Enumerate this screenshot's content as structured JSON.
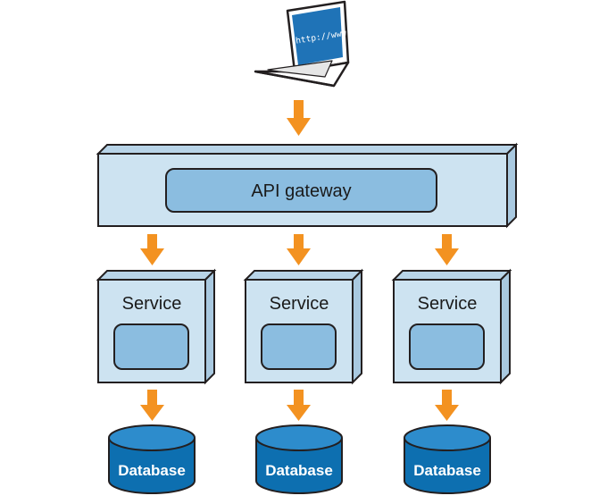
{
  "colors": {
    "panel_fill": "#cde3f1",
    "panel_side": "#b8d4e8",
    "inner_fill": "#8bbde0",
    "arrow": "#f39221",
    "stroke": "#231f20",
    "db_fill": "#0d6fb0",
    "db_top": "#2d8ccc",
    "laptop_screen": "#1f73b7"
  },
  "client": {
    "icon": "laptop-icon",
    "screen_text": "http://www"
  },
  "gateway": {
    "label": "API gateway"
  },
  "services": [
    {
      "label": "Service"
    },
    {
      "label": "Service"
    },
    {
      "label": "Service"
    }
  ],
  "databases": [
    {
      "label": "Database",
      "icon": "database-cylinder-icon"
    },
    {
      "label": "Database",
      "icon": "database-cylinder-icon"
    },
    {
      "label": "Database",
      "icon": "database-cylinder-icon"
    }
  ]
}
